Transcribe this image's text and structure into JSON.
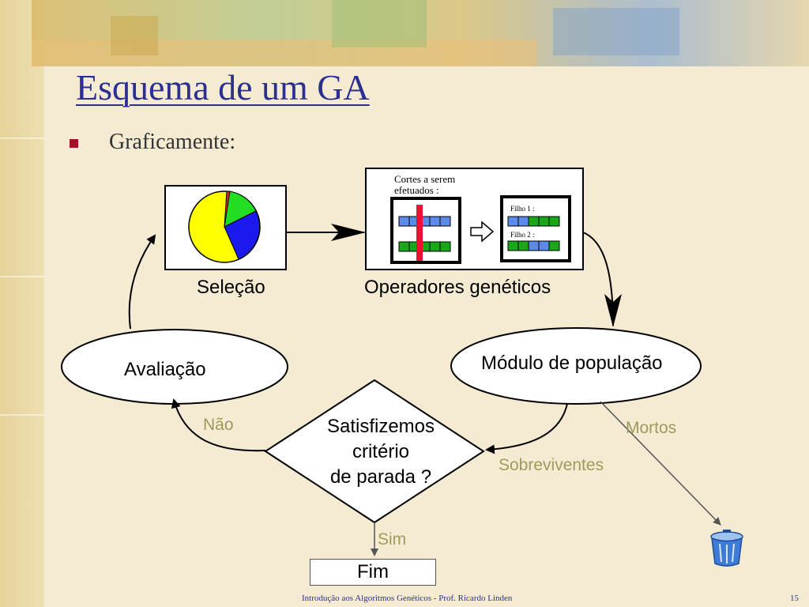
{
  "slide": {
    "title": "Esquema de um GA",
    "bullet": "Graficamente:",
    "footer_text": "Introdução aos Algoritmos Genéticos - Prof. Ricardo Linden",
    "page_number": "15"
  },
  "diagram": {
    "selection_label": "Seleção",
    "operators_label": "Operadores genéticos",
    "cuts_label": "Cortes a serem efetuados :",
    "child1_label": "Filho 1 :",
    "child2_label": "Filho 2 :",
    "evaluation_label": "Avaliação",
    "population_label": "Módulo de população",
    "decision_lines": [
      "Satisfizemos",
      "critério",
      "de parada ?"
    ],
    "no_label": "Não",
    "yes_label": "Sim",
    "dead_label": "Mortos",
    "survivors_label": "Sobreviventes",
    "end_label": "Fim"
  },
  "colors": {
    "title": "#2b2f8f",
    "bullet": "#a0102a",
    "branch_label": "#9b9b5c",
    "pie_yellow": "#ffff00",
    "pie_blue": "#1a1aee",
    "pie_green": "#22dd22",
    "pie_red": "#dd2222",
    "chromosome_blue": "#5b8ae8",
    "chromosome_green": "#1aa81a",
    "cut_line": "#ee1133",
    "trash": "#3d7bd6"
  }
}
